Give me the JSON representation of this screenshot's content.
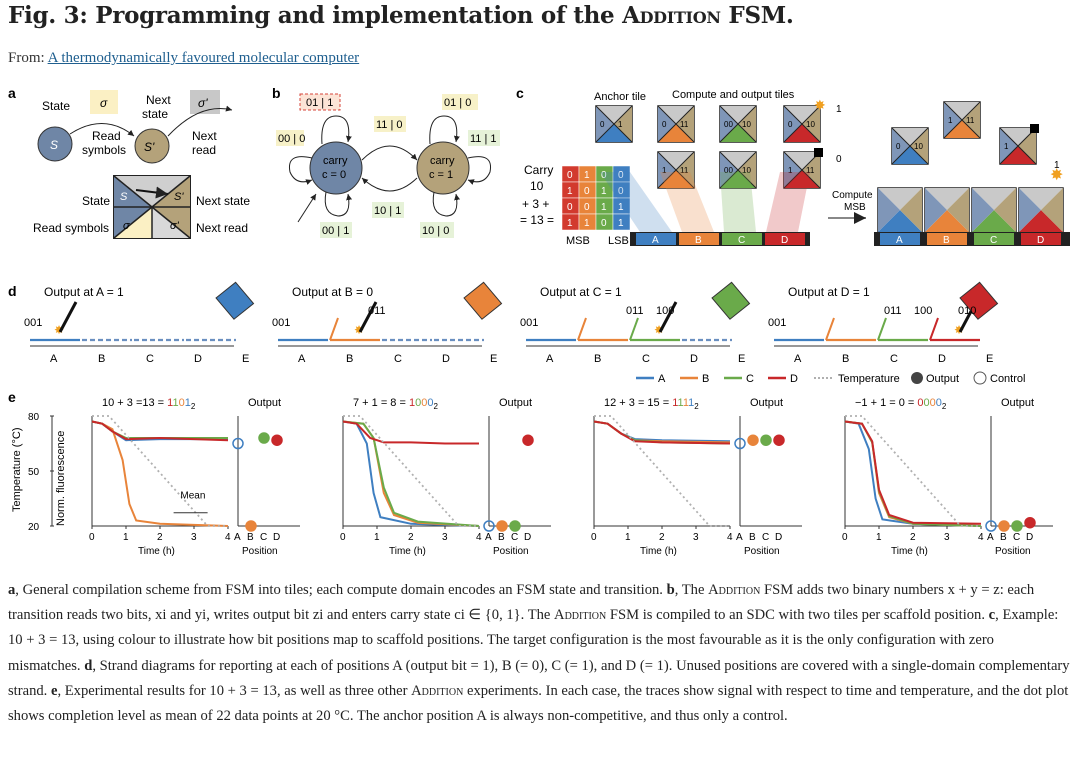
{
  "header": {
    "title_pre": "Fig. 3: Programming and implementation of the ",
    "title_sc": "Addition",
    "title_post": " FSM.",
    "from_label": "From: ",
    "article_link": "A thermodynamically favoured molecular computer"
  },
  "panel_a": {
    "letter": "a",
    "state": "State",
    "sigma": "σ",
    "sigma_prime": "σ'",
    "next_state": "Next state",
    "s": "S",
    "s_prime": "S'",
    "read_symbols": "Read symbols",
    "next_read": "Next read"
  },
  "panel_b": {
    "letter": "b",
    "carry0": "carry c = 0",
    "carry1": "carry c = 1",
    "labels": [
      "01 | 1",
      "00 | 0",
      "11 | 0",
      "10 | 1",
      "01 | 0",
      "11 | 1",
      "00 | 1",
      "10 | 0"
    ]
  },
  "panel_c": {
    "letter": "c",
    "anchor_tile": "Anchor tile",
    "compute_tiles": "Compute and output tiles",
    "carry_label": "Carry",
    "rows_left": [
      "10",
      "+ 3 +",
      "= 13 ="
    ],
    "grid": [
      [
        "0",
        "1",
        "0",
        "0"
      ],
      [
        "1",
        "0",
        "1",
        "0"
      ],
      [
        "0",
        "0",
        "1",
        "1"
      ],
      [
        "1",
        "1",
        "0",
        "1"
      ]
    ],
    "msb": "MSB",
    "lsb": "LSB",
    "positions": [
      "A",
      "B",
      "C",
      "D"
    ],
    "compute_msb": "Compute MSB",
    "out1": "1",
    "out0": "0",
    "colors": {
      "A": "#3f7fc1",
      "B": "#e8843a",
      "C": "#6aaa4a",
      "D": "#c8282a",
      "grid_red": "#d23a2e",
      "grid_orange": "#e8843a",
      "grid_green": "#6aaa4a",
      "grid_blue": "#3f7fc1"
    }
  },
  "panel_d": {
    "letter": "d",
    "outputs": [
      "Output at A = 1",
      "Output at B = 0",
      "Output at C = 1",
      "Output at D = 1"
    ],
    "bits": [
      "001",
      "011",
      "100",
      "010"
    ],
    "pos_labels": [
      "A",
      "B",
      "C ... D ... E",
      "D ... E",
      "E"
    ]
  },
  "legend": {
    "A": "A",
    "B": "B",
    "C": "C",
    "D": "D",
    "temperature": "Temperature",
    "output": "Output",
    "control": "Control"
  },
  "panel_e": {
    "letter": "e",
    "yaxis_temp": "Temperature (°C)",
    "yaxis_fluor": "Norm. fluorescence",
    "temp_ticks": [
      "80",
      "50",
      "20"
    ],
    "time_ticks": [
      "0",
      "1",
      "2",
      "3",
      "4"
    ],
    "time_label": "Time (h)",
    "output_label": "Output",
    "position_label": "Position",
    "pos_ticks": [
      "A",
      "B",
      "C",
      "D"
    ],
    "mean_label": "Mean",
    "titles": [
      {
        "expr": "10 + 3 =13 = ",
        "bits": "1101",
        "sub": "2"
      },
      {
        "expr": "7 + 1 = 8 = ",
        "bits": "1000",
        "sub": "2"
      },
      {
        "expr": "12 + 3 = 15 = ",
        "bits": "1111",
        "sub": "2"
      },
      {
        "expr": "−1 + 1 = 0 = ",
        "bits": "0000",
        "sub": "2"
      }
    ]
  },
  "chart_data": [
    {
      "type": "line",
      "title": "10 + 3 =13 = 1101₂",
      "xlabel": "Time (h)",
      "ylabel": "Norm. fluorescence",
      "xlim": [
        0,
        4
      ],
      "series": [
        {
          "name": "A",
          "x": [
            0,
            0.3,
            0.6,
            1,
            2,
            3,
            4
          ],
          "y": [
            0.95,
            0.93,
            0.86,
            0.78,
            0.79,
            0.79,
            0.79
          ]
        },
        {
          "name": "B",
          "x": [
            0,
            0.3,
            0.6,
            0.9,
            1.1,
            1.3,
            2,
            4
          ],
          "y": [
            0.95,
            0.93,
            0.88,
            0.6,
            0.2,
            0.05,
            0.02,
            0.0
          ]
        },
        {
          "name": "C",
          "x": [
            0,
            0.3,
            0.6,
            1,
            2,
            3,
            4
          ],
          "y": [
            0.95,
            0.93,
            0.86,
            0.8,
            0.8,
            0.8,
            0.8
          ]
        },
        {
          "name": "D",
          "x": [
            0,
            0.3,
            0.6,
            1,
            2,
            3,
            4
          ],
          "y": [
            0.95,
            0.93,
            0.86,
            0.79,
            0.8,
            0.79,
            0.78
          ]
        },
        {
          "name": "Temperature",
          "x": [
            0,
            0.5,
            3.4,
            4
          ],
          "y": [
            80,
            80,
            20,
            20
          ]
        }
      ],
      "dot_plot": {
        "positions": [
          "A",
          "B",
          "C",
          "D"
        ],
        "values": [
          0.75,
          0.0,
          0.8,
          0.78
        ],
        "markers": [
          "Control",
          "Output",
          "Output",
          "Output"
        ]
      }
    },
    {
      "type": "line",
      "title": "7 + 1 = 8 = 1000₂",
      "xlabel": "Time (h)",
      "xlim": [
        0,
        4
      ],
      "series": [
        {
          "name": "A",
          "x": [
            0,
            0.4,
            0.7,
            0.9,
            1.1,
            2,
            4
          ],
          "y": [
            0.95,
            0.93,
            0.75,
            0.3,
            0.08,
            0.02,
            0.0
          ]
        },
        {
          "name": "B",
          "x": [
            0,
            0.6,
            0.9,
            1.2,
            1.5,
            2.2,
            4
          ],
          "y": [
            0.95,
            0.93,
            0.8,
            0.3,
            0.1,
            0.03,
            0.0
          ]
        },
        {
          "name": "C",
          "x": [
            0,
            0.6,
            0.9,
            1.2,
            1.5,
            2.2,
            4
          ],
          "y": [
            0.95,
            0.93,
            0.8,
            0.35,
            0.12,
            0.04,
            0.0
          ]
        },
        {
          "name": "D",
          "x": [
            0,
            0.4,
            0.8,
            1.2,
            2,
            3,
            4
          ],
          "y": [
            0.95,
            0.93,
            0.8,
            0.76,
            0.76,
            0.75,
            0.75
          ]
        },
        {
          "name": "Temperature",
          "x": [
            0,
            0.5,
            3.4,
            4
          ],
          "y": [
            80,
            80,
            20,
            20
          ]
        }
      ],
      "dot_plot": {
        "positions": [
          "A",
          "B",
          "C",
          "D"
        ],
        "values": [
          0.0,
          0.0,
          0.0,
          0.78
        ],
        "markers": [
          "Control",
          "Output",
          "Output",
          "Output"
        ]
      }
    },
    {
      "type": "line",
      "title": "12 + 3 = 15 = 1111₂",
      "xlabel": "Time (h)",
      "xlim": [
        0,
        4
      ],
      "series": [
        {
          "name": "A",
          "x": [
            0,
            0.4,
            0.8,
            1.2,
            2,
            4
          ],
          "y": [
            0.95,
            0.93,
            0.84,
            0.79,
            0.78,
            0.77
          ]
        },
        {
          "name": "B",
          "x": [
            0,
            0.4,
            0.8,
            1.2,
            2,
            4
          ],
          "y": [
            0.95,
            0.93,
            0.84,
            0.78,
            0.77,
            0.76
          ]
        },
        {
          "name": "C",
          "x": [
            0,
            0.4,
            0.8,
            1.2,
            2,
            4
          ],
          "y": [
            0.95,
            0.93,
            0.84,
            0.78,
            0.76,
            0.75
          ]
        },
        {
          "name": "D",
          "x": [
            0,
            0.4,
            0.8,
            1.2,
            2,
            4
          ],
          "y": [
            0.95,
            0.93,
            0.84,
            0.77,
            0.76,
            0.75
          ]
        },
        {
          "name": "Temperature",
          "x": [
            0,
            0.5,
            3.4,
            4
          ],
          "y": [
            80,
            80,
            20,
            20
          ]
        }
      ],
      "dot_plot": {
        "positions": [
          "A",
          "B",
          "C",
          "D"
        ],
        "values": [
          0.75,
          0.78,
          0.78,
          0.78
        ],
        "markers": [
          "Control",
          "Output",
          "Output",
          "Output"
        ]
      }
    },
    {
      "type": "line",
      "title": "−1 + 1 = 0 = 0000₂",
      "xlabel": "Time (h)",
      "xlim": [
        0,
        4
      ],
      "series": [
        {
          "name": "A",
          "x": [
            0,
            0.4,
            0.7,
            0.9,
            1.1,
            2,
            4
          ],
          "y": [
            0.95,
            0.93,
            0.7,
            0.25,
            0.06,
            0.02,
            0.0
          ]
        },
        {
          "name": "B",
          "x": [
            0,
            0.5,
            0.8,
            1.0,
            1.3,
            2,
            4
          ],
          "y": [
            0.95,
            0.93,
            0.76,
            0.3,
            0.08,
            0.02,
            0.0
          ]
        },
        {
          "name": "C",
          "x": [
            0,
            0.5,
            0.8,
            1.0,
            1.3,
            2,
            4
          ],
          "y": [
            0.95,
            0.93,
            0.76,
            0.32,
            0.09,
            0.02,
            0.0
          ]
        },
        {
          "name": "D",
          "x": [
            0,
            0.5,
            0.8,
            1.0,
            1.3,
            2,
            4
          ],
          "y": [
            0.95,
            0.93,
            0.77,
            0.33,
            0.1,
            0.03,
            0.02
          ]
        },
        {
          "name": "Temperature",
          "x": [
            0,
            0.5,
            3.4,
            4
          ],
          "y": [
            80,
            80,
            20,
            20
          ]
        }
      ],
      "dot_plot": {
        "positions": [
          "A",
          "B",
          "C",
          "D"
        ],
        "values": [
          0.0,
          0.0,
          0.0,
          0.03
        ],
        "markers": [
          "Control",
          "Output",
          "Output",
          "Output"
        ]
      }
    }
  ],
  "caption": {
    "a_letter": "a",
    "a_text": ", General compilation scheme from FSM into tiles; each compute domain encodes an FSM state and transition. ",
    "b_letter": "b",
    "b_text1": ", The ",
    "sc1": "Addition",
    "b_text2": " FSM adds two binary numbers x + y = z: each transition reads two bits, xi and yi, writes output bit zi and enters carry state ci ∈ {0, 1}. The ",
    "sc2": "Addition",
    "b_text3": " FSM is compiled to an SDC with two tiles per scaffold position. ",
    "c_letter": "c",
    "c_text": ", Example: 10 + 3 = 13, using colour to illustrate how bit positions map to scaffold positions. The target configuration is the most favourable as it is the only configuration with zero mismatches. ",
    "d_letter": "d",
    "d_text": ", Strand diagrams for reporting at each of positions A (output bit = 1), B (= 0), C (= 1), and D (= 1). Unused positions are covered with a single-domain complementary strand. ",
    "e_letter": "e",
    "e_text1": ", Experimental results for 10 + 3 = 13, as well as three other ",
    "sc3": "Addition",
    "e_text2": " experiments. In each case, the traces show signal with respect to time and temperature, and the dot plot shows completion level as mean of 22 data points at 20 °C. The anchor position A is always non-competitive, and thus only a control."
  }
}
